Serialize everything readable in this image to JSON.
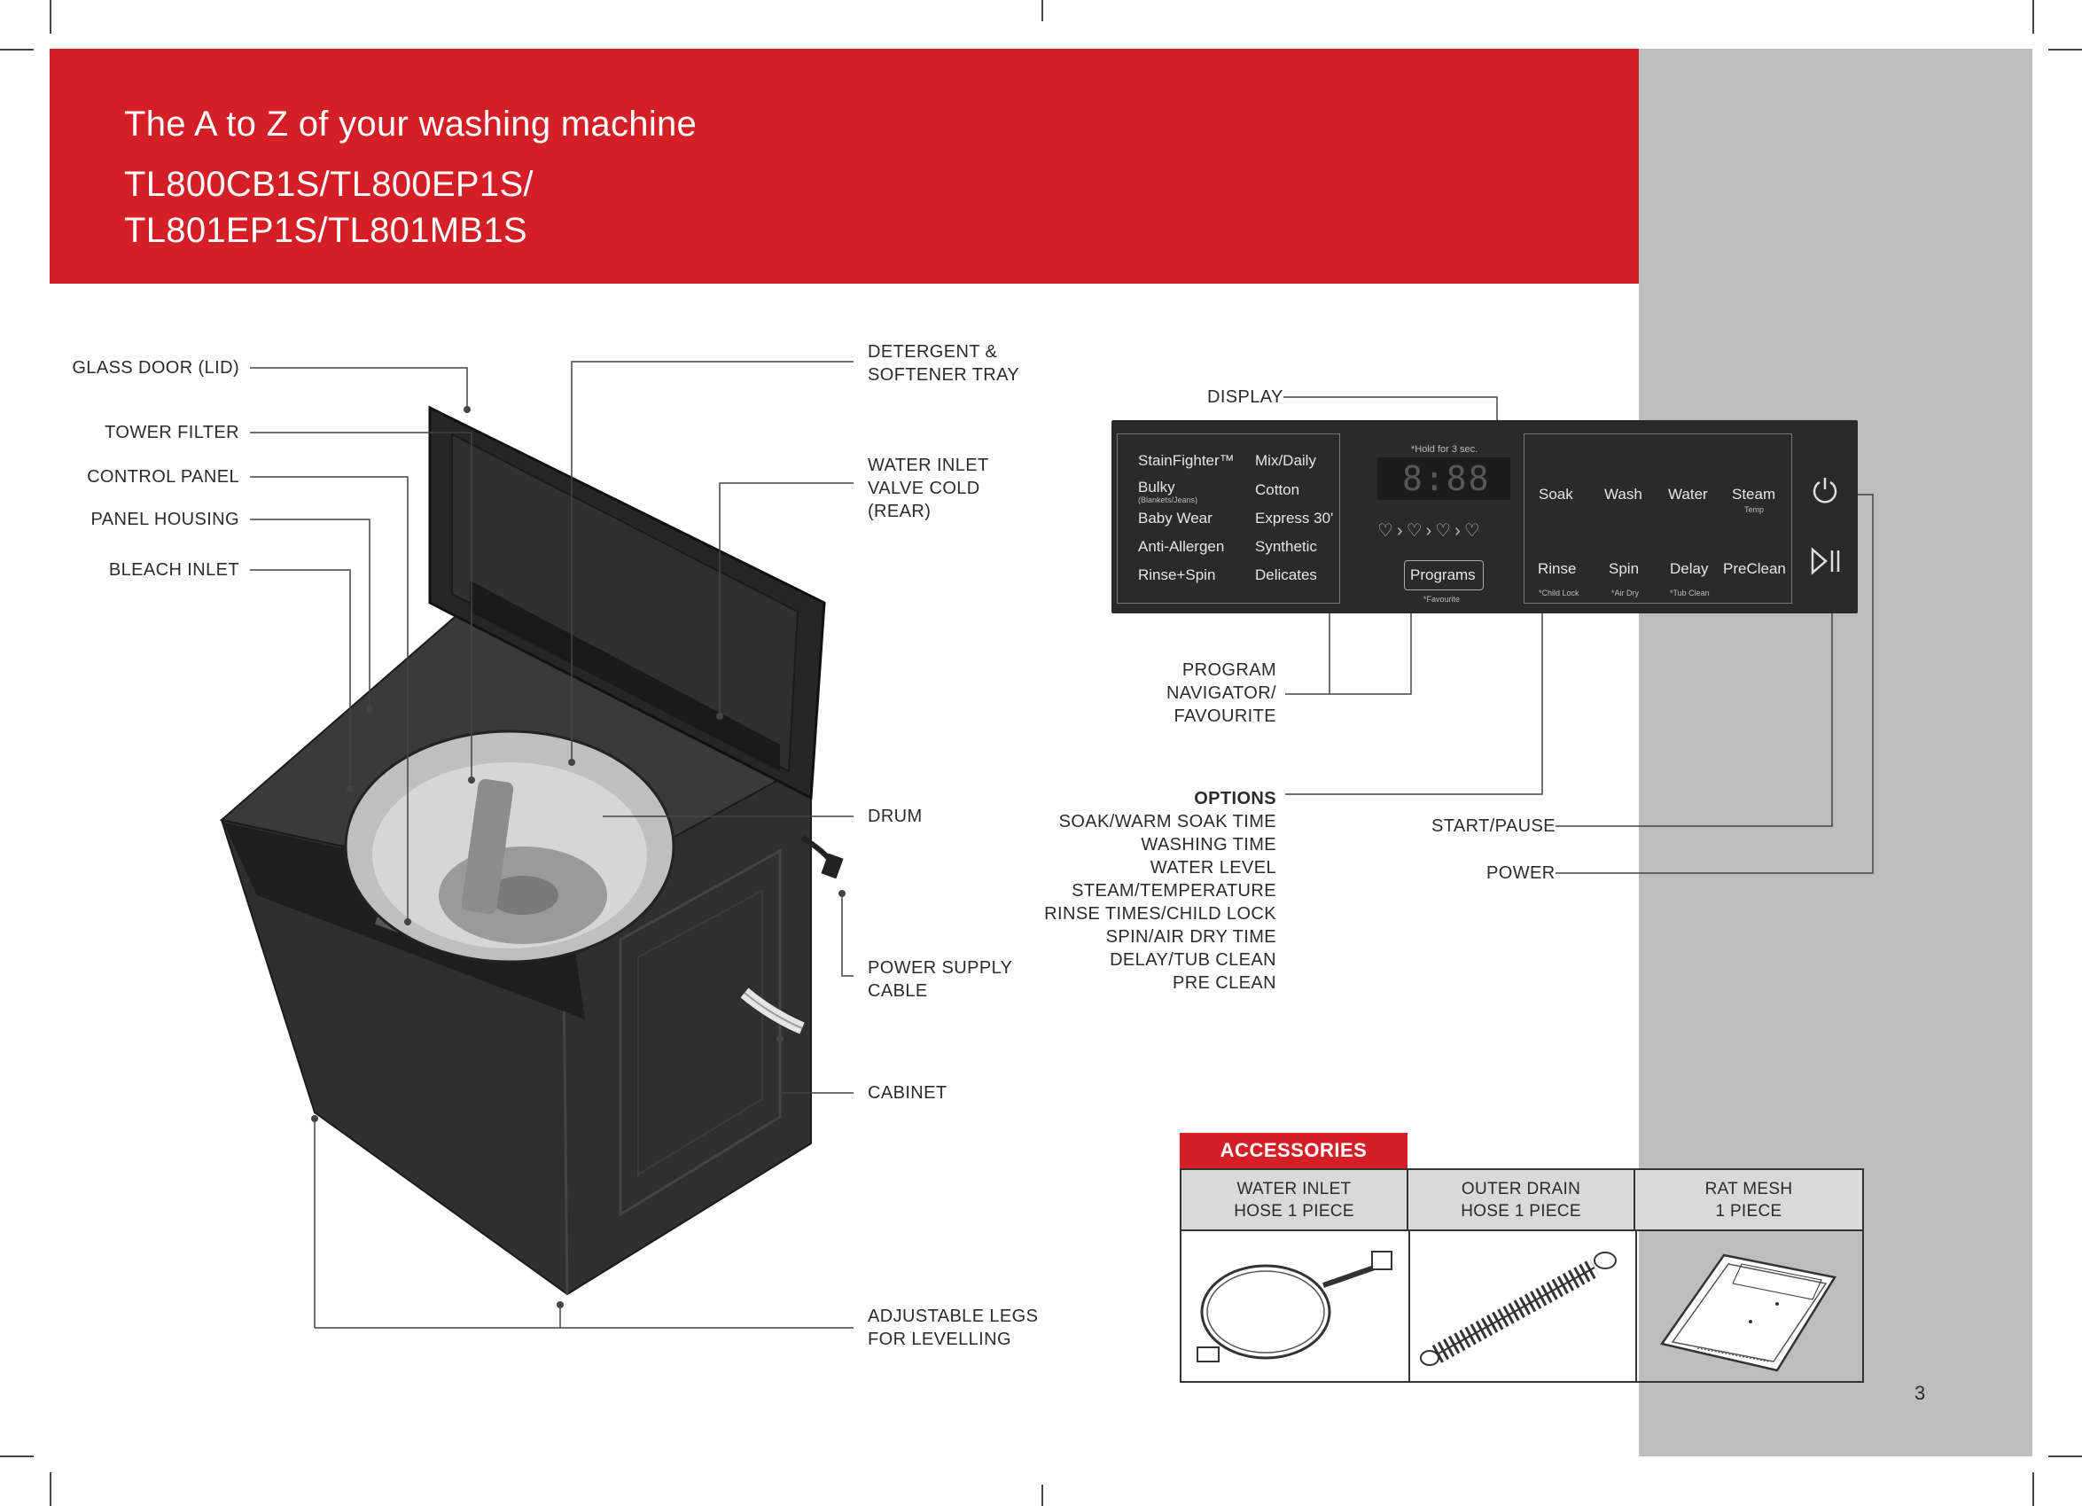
{
  "header": {
    "title": "The A to Z of your washing machine",
    "models_line1": "TL800CB1S/TL800EP1S/",
    "models_line2": "TL801EP1S/TL801MB1S"
  },
  "machine_labels": {
    "glass_door": "GLASS DOOR (LID)",
    "tower_filter": "TOWER FILTER",
    "control_panel": "CONTROL PANEL",
    "panel_housing": "PANEL HOUSING",
    "bleach_inlet": "BLEACH INLET",
    "detergent_tray_1": "DETERGENT &",
    "detergent_tray_2": "SOFTENER TRAY",
    "water_inlet_1": "WATER INLET",
    "water_inlet_2": "VALVE COLD",
    "water_inlet_3": "(REAR)",
    "drum": "DRUM",
    "power_cable_1": "POWER SUPPLY",
    "power_cable_2": "CABLE",
    "cabinet": "CABINET",
    "legs_1": "ADJUSTABLE LEGS",
    "legs_2": "FOR LEVELLING"
  },
  "panel_labels": {
    "display": "DISPLAY",
    "navigator_1": "PROGRAM",
    "navigator_2": "NAVIGATOR/",
    "navigator_3": "FAVOURITE",
    "options_title": "OPTIONS",
    "options": [
      "SOAK/WARM SOAK TIME",
      "WASHING TIME",
      "WATER LEVEL",
      "STEAM/TEMPERATURE",
      "RINSE TIMES/CHILD LOCK",
      "SPIN/AIR DRY TIME",
      "DELAY/TUB CLEAN",
      "PRE CLEAN"
    ],
    "start_pause": "START/PAUSE",
    "power": "POWER"
  },
  "control_panel": {
    "programs_left": [
      "StainFighter™",
      "Bulky",
      "Baby Wear",
      "Anti-Allergen",
      "Rinse+Spin"
    ],
    "bulky_sub": "(Blankets/Jeans)",
    "programs_right": [
      "Mix/Daily",
      "Cotton",
      "Express 30'",
      "Synthetic",
      "Delicates"
    ],
    "hold_note": "*Hold for 3 sec.",
    "display_digits": "8:88",
    "programs_button": "Programs",
    "favourite_note": "*Favourite",
    "options_top": [
      "Soak",
      "Wash",
      "Water",
      "Steam"
    ],
    "temp_note": "Temp",
    "options_bottom": [
      "Rinse",
      "Spin",
      "Delay",
      "PreClean"
    ],
    "notes_bottom": [
      "*Child Lock",
      "*Air Dry",
      "*Tub Clean"
    ]
  },
  "accessories": {
    "title": "ACCESSORIES",
    "items": [
      {
        "line1": "WATER INLET",
        "line2": "HOSE 1 PIECE"
      },
      {
        "line1": "OUTER DRAIN",
        "line2": "HOSE 1 PIECE"
      },
      {
        "line1": "RAT MESH",
        "line2": "1 PIECE"
      }
    ]
  },
  "page_number": "3"
}
